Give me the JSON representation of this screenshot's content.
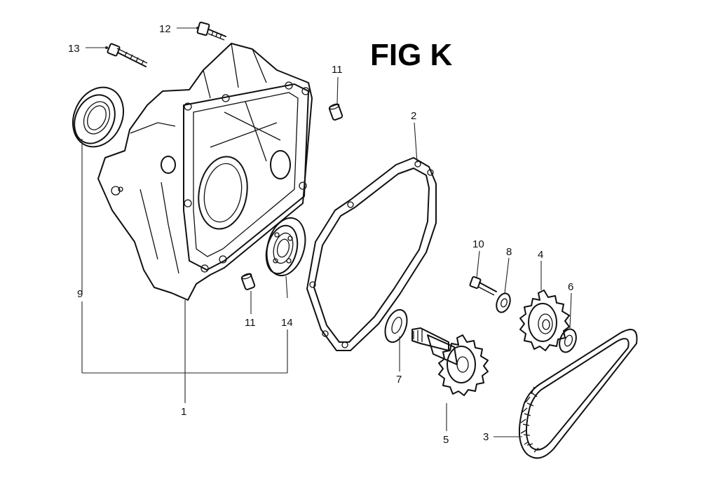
{
  "figure": {
    "title": "FIG K",
    "callouts": [
      {
        "id": "c1",
        "label": "1"
      },
      {
        "id": "c2",
        "label": "2"
      },
      {
        "id": "c3",
        "label": "3"
      },
      {
        "id": "c4",
        "label": "4"
      },
      {
        "id": "c5",
        "label": "5"
      },
      {
        "id": "c6",
        "label": "6"
      },
      {
        "id": "c7",
        "label": "7"
      },
      {
        "id": "c8",
        "label": "8"
      },
      {
        "id": "c9",
        "label": "9"
      },
      {
        "id": "c10",
        "label": "10"
      },
      {
        "id": "c11a",
        "label": "11"
      },
      {
        "id": "c11b",
        "label": "11"
      },
      {
        "id": "c12",
        "label": "12"
      },
      {
        "id": "c13",
        "label": "13"
      },
      {
        "id": "c14",
        "label": "14"
      }
    ]
  }
}
